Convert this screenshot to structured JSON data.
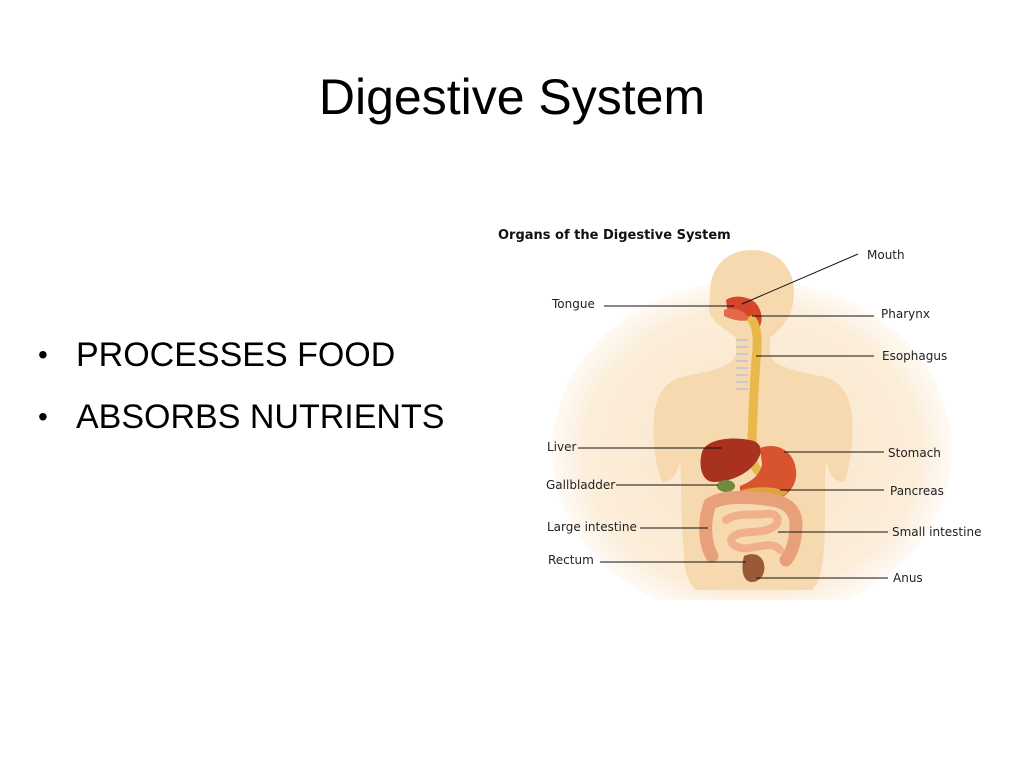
{
  "slide": {
    "title": "Digestive System",
    "bullets": [
      "PROCESSES FOOD",
      "ABSORBS NUTRIENTS"
    ]
  },
  "diagram": {
    "title": "Organs of the Digestive System",
    "labels": {
      "mouth": "Mouth",
      "tongue": "Tongue",
      "pharynx": "Pharynx",
      "esophagus": "Esophagus",
      "liver": "Liver",
      "stomach": "Stomach",
      "gallbladder": "Gallbladder",
      "pancreas": "Pancreas",
      "large_intestine": "Large intestine",
      "small_intestine": "Small intestine",
      "rectum": "Rectum",
      "anus": "Anus"
    },
    "colors": {
      "body": "#f7d9b0",
      "body_glow": "#fbe8cd",
      "mouth": "#d4452a",
      "esophagus": "#e9b84a",
      "liver": "#a8321f",
      "stomach": "#d8542f",
      "gallbladder": "#6f8a3a",
      "pancreas": "#e0a23a",
      "large_intestine": "#e8a07a",
      "small_intestine": "#f0b08c",
      "rectum": "#9a5a3a"
    }
  }
}
